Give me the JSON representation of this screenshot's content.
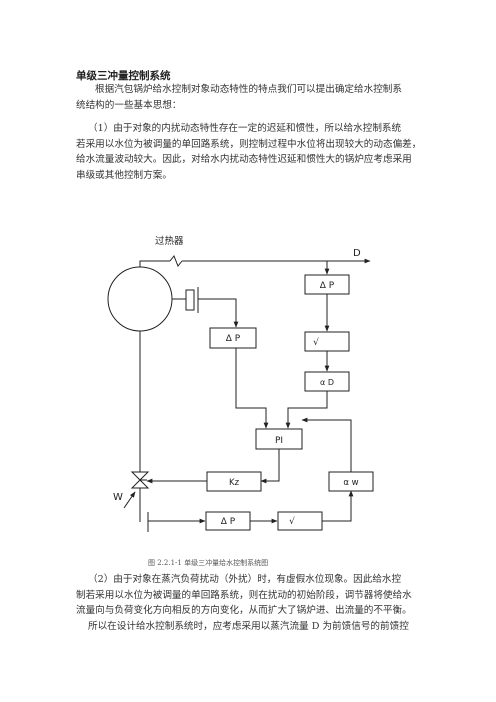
{
  "document": {
    "heading": "单级三冲量控制系统",
    "para1_lines": [
      "根据汽包锅炉给水控制对象动态特性的特点我们可以提出确定给水控制系",
      "统结构的一些基本思想："
    ],
    "para2_lines": [
      "（1）由于对象的内扰动态特性存在一定的迟延和惯性，所以给水控制系统",
      "若采用以水位为被调量的单回路系统，则控制过程中水位将出现较大的动态偏差，",
      "给水流量波动较大。因此，对给水内扰动态特性迟延和惯性大的锅炉应考虑采用",
      "串级或其他控制方案。"
    ],
    "caption": "图 2.2.1-1 单级三冲量给水控制系统图",
    "para3_lines": [
      "（2）由于对象在蒸汽负荷扰动（外扰）时，有虚假水位现象。因此给水控",
      "制若采用以水位为被调量的单回路系统，则在扰动的初始阶段，调节器将使给水",
      "流量向与负荷变化方向相反的方向变化，从而扩大了锅炉进、出流量的不平衡。",
      "所以在设计给水控制系统时，应考虑采用以蒸汽流量 D 为前馈信号的前馈控"
    ]
  },
  "diagram": {
    "superheater_label": "过热器",
    "steam_label": "D",
    "feedwater_label": "W",
    "blocks": {
      "dp_steam": "Δ P",
      "dp_level": "Δ P",
      "sqrt_steam": "√",
      "alpha_d": "α D",
      "pi": "PI",
      "kz": "Kz",
      "alpha_w": "α w",
      "dp_water": "Δ P",
      "sqrt_water": "√"
    }
  }
}
